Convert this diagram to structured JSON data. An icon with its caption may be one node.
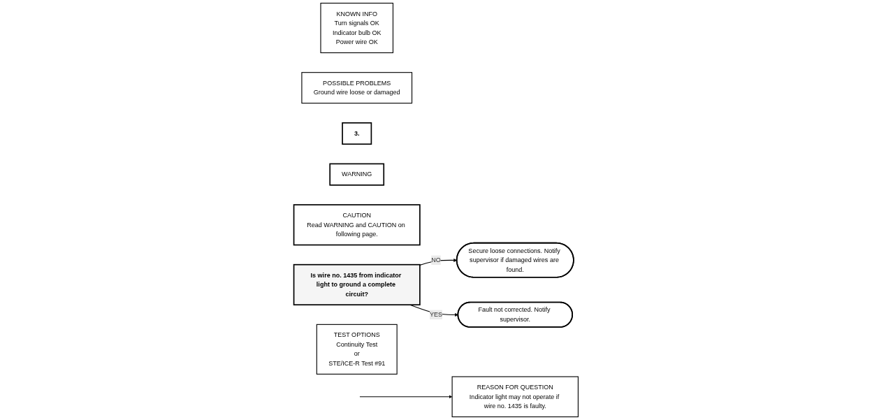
{
  "diagram": {
    "nodes": [
      {
        "text": [
          "KNOWN INFO",
          "Turn signals OK",
          "Indicator bulb OK",
          "Power wire OK"
        ]
      },
      {
        "text": [
          "POSSIBLE PROBLEMS",
          "Ground wire loose or damaged"
        ]
      },
      {
        "text": [
          "3."
        ]
      },
      {
        "text": [
          "WARNING"
        ]
      },
      {
        "text": [
          "CAUTION",
          "Read WARNING and CAUTION on following page."
        ]
      },
      {
        "text": [
          "Is wire no. 1435 from indicator light to ground a complete circuit?"
        ]
      },
      {
        "text": [
          "Secure loose connections. Notify supervisor if damaged wires are found."
        ]
      },
      {
        "text": [
          "Fault not corrected. Notify supervisor."
        ]
      },
      {
        "text": [
          "TEST OPTIONS",
          "Continuity Test",
          "or",
          "STE/ICE-R Test #91"
        ]
      },
      {
        "text": [
          "REASON FOR QUESTION",
          "Indicator light may not operate if wire no. 1435 is faulty."
        ]
      }
    ],
    "edges": [
      {
        "from": 5,
        "to": 6,
        "arrow": "to",
        "label": "NO"
      },
      {
        "from": 5,
        "to": 7,
        "arrow": "to",
        "label": "YES"
      },
      {
        "from": null,
        "to": 9,
        "arrow": "to"
      }
    ]
  }
}
